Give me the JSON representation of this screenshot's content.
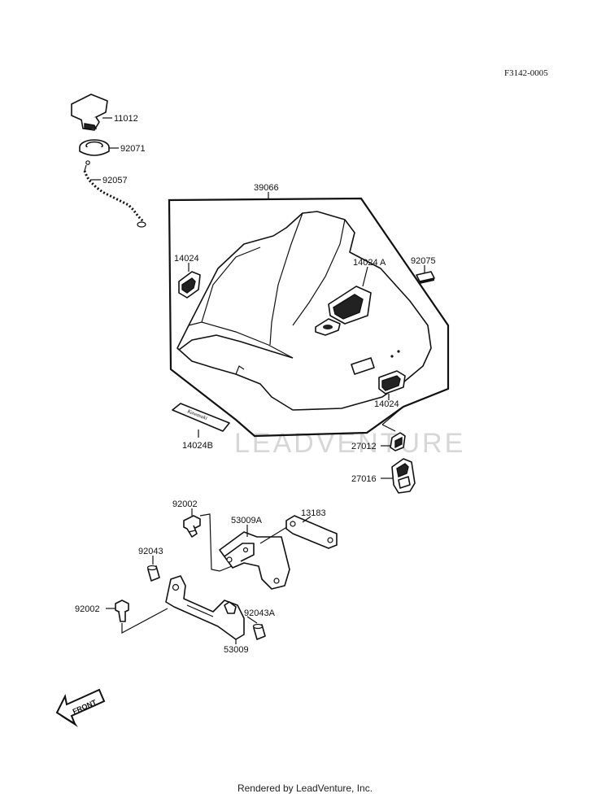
{
  "figure_code": "F3142-0005",
  "watermark": "LEADVENTURE",
  "footer": "Rendered by LeadVenture, Inc.",
  "front_label": "FRONT",
  "emblem_text": "Kawasaki",
  "parts": {
    "p11012": "11012",
    "p92071": "92071",
    "p92057": "92057",
    "p39066": "39066",
    "p14024_left": "14024",
    "p14024A": "14024 A",
    "p92075": "92075",
    "p14024_right": "14024",
    "p14024B": "14024B",
    "p27012": "27012",
    "p27016": "27016",
    "p92002_top": "92002",
    "p53009A": "53009A",
    "p13183": "13183",
    "p92043": "92043",
    "p92002_bottom": "92002",
    "p92043A": "92043A",
    "p53009": "53009"
  }
}
